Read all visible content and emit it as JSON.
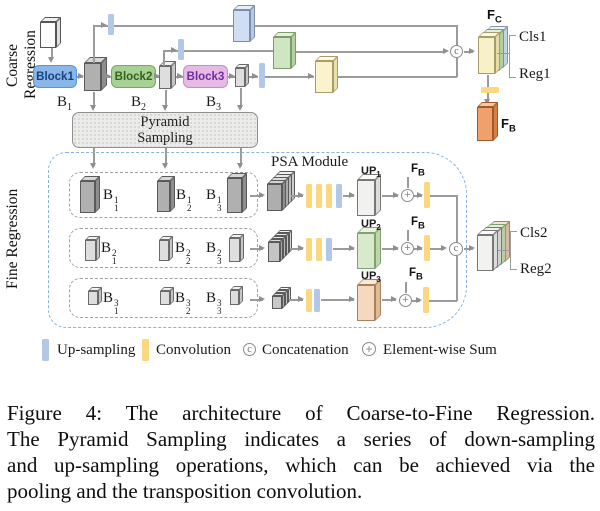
{
  "colors": {
    "block1_fill": "#89b7ea",
    "block2_fill": "#a8d194",
    "block3_fill": "#e7b9e5",
    "upsample_bar": "#b3c8e8",
    "convolution_bar": "#fbd87f",
    "fb_orange": "#f0a06c",
    "up2_green": "#d8eacc",
    "up3_peach": "#f5d8be",
    "psa_border": "#85b3e1",
    "line_gray": "#9b9b9b"
  },
  "symbols": {
    "concat": "c",
    "sum": "+"
  },
  "coarse": {
    "section_label": "Coarse Regression",
    "block1": "Block1",
    "block2": "Block2",
    "block3": "Block3",
    "b1": {
      "base": "B",
      "sub": "1"
    },
    "b2": {
      "base": "B",
      "sub": "2"
    },
    "b3": {
      "base": "B",
      "sub": "3"
    },
    "pyramid_line1": "Pyramid",
    "pyramid_line2": "Sampling",
    "fc": {
      "base": "F",
      "sub": "C"
    },
    "fb": {
      "base": "F",
      "sub": "B"
    },
    "cls": "Cls1",
    "reg": "Reg1"
  },
  "fine": {
    "section_label": "Fine Regression",
    "psa_label": "PSA Module",
    "rows": [
      {
        "b1": {
          "base": "B",
          "sup": "1",
          "sub": "1"
        },
        "b2": {
          "base": "B",
          "sup": "1",
          "sub": "2"
        },
        "b3": {
          "base": "B",
          "sup": "1",
          "sub": "3"
        },
        "up": {
          "base": "UP",
          "sub": "1"
        },
        "fb": {
          "base": "F",
          "sub": "B"
        }
      },
      {
        "b1": {
          "base": "B",
          "sup": "2",
          "sub": "1"
        },
        "b2": {
          "base": "B",
          "sup": "2",
          "sub": "2"
        },
        "b3": {
          "base": "B",
          "sup": "2",
          "sub": "3"
        },
        "up": {
          "base": "UP",
          "sub": "2"
        },
        "fb": {
          "base": "F",
          "sub": "B"
        }
      },
      {
        "b1": {
          "base": "B",
          "sup": "3",
          "sub": "1"
        },
        "b2": {
          "base": "B",
          "sup": "3",
          "sub": "2"
        },
        "b3": {
          "base": "B",
          "sup": "3",
          "sub": "3"
        },
        "up": {
          "base": "UP",
          "sub": "3"
        },
        "fb": {
          "base": "F",
          "sub": "B"
        }
      }
    ],
    "cls": "Cls2",
    "reg": "Reg2"
  },
  "legend": {
    "up": "Up-sampling",
    "conv": "Convolution",
    "concat": "Concatenation",
    "sum": "Element-wise Sum"
  },
  "caption": {
    "lines": [
      "Figure 4: The architecture of Coarse-to-Fine Regression.",
      "The Pyramid Sampling indicates a series of down-sampling",
      "and up-sampling operations, which can be achieved via the",
      "pooling and the transposition convolution."
    ]
  }
}
